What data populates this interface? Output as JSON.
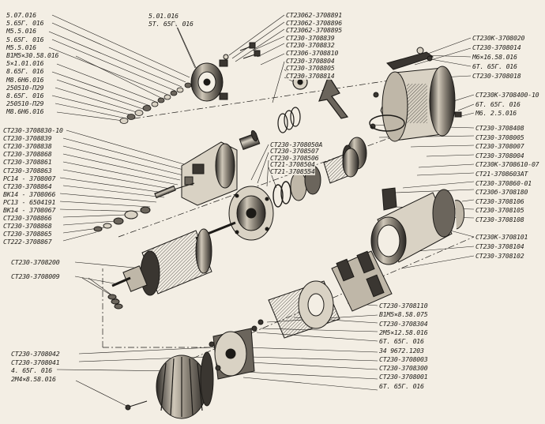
{
  "labels_left": [
    "5.07.016",
    "5.65Г. 016",
    "М5.5.016",
    "5.65Г. 016",
    "М5.5.016",
    "В1М5×30.58.016",
    "5×1.01.016",
    "8.65Г. 016",
    "М8.6Н6.016",
    "250510-П29",
    "8.65Г. 016",
    "250510-П29",
    "М8.6Н6.016"
  ],
  "labels_left_mid": [
    "СТ230-3708830-10",
    "СТ230-3708839",
    "СТ230-3708838",
    "СТ230-3708868",
    "СТ230-3708861",
    "СТ230-3708863",
    "РС14 - 3708007",
    "СТ230-3708864",
    "ВК14 - 3708066",
    "РС13 - 6504191",
    "ВК14 - 3708067",
    "СТ230-3708866",
    "СТ230-3708868",
    "СТ230-3708865",
    "СТ222-3708867"
  ],
  "labels_left_low": [
    "СТ230-3708200",
    "СТ230-3708009"
  ],
  "labels_bottom_left": [
    "СТ230-3708042",
    "СТ230-3708041",
    "4. 65Г. 016",
    "2М4×8.58.016"
  ],
  "labels_top_center": [
    "5.01.016",
    "5Т. 65Г. 016"
  ],
  "labels_top": [
    "СТ23062-3708891",
    "СТ23062-3708896",
    "СТ23062-3708895",
    "СТ230-3708839",
    "СТ230-3708832",
    "СТ2306-3708810",
    "СТ230-3708804",
    "СТ230-3708805",
    "СТ230-3708814"
  ],
  "labels_center": [
    "СТ230-3708050А",
    "СТ230-3708507",
    "СТ230-3708506",
    "СТ21-3708504",
    "СТ21-3708554"
  ],
  "labels_right_top": [
    "СТ230К-3708020",
    "СТ230-3708014",
    "М6×16.58.016",
    "6Т. 65Г. 016",
    "СТ230-3708018"
  ],
  "labels_right_mid": [
    "СТ230К-3708400-10",
    "6Т. 65Г. 016",
    "М6. 2.5.016"
  ],
  "labels_right": [
    "СТ230-3708408",
    "СТ230-3708005",
    "СТ230-3708007",
    "СТ230-3708004",
    "СТ230К-3708610-07",
    "СТ21-3708603АТ",
    "СТ230-370860-01",
    "СТ230б-3708180",
    "СТ230-3708106",
    "СТ230-3708105",
    "СТ230-3708108"
  ],
  "labels_right_low": [
    "СТ230К-3708101",
    "СТ230-3708104",
    "СТ230-3708102"
  ],
  "labels_bottom_right": [
    "СТ230-3708110",
    "В1М5×8.58.075",
    "СТ230-3708304",
    "2М5×12.58.016",
    "6Т. 65Г. 016",
    "34 9672.1203",
    "СТ230-3708003",
    "СТ230-3708300",
    "СТ230-3708001",
    "6Т. 65Г. 016"
  ],
  "colors": {
    "paper": "#f3eee4",
    "ink": "#1c1a17",
    "shade": "#6b655c",
    "light": "#d9d2c4"
  }
}
